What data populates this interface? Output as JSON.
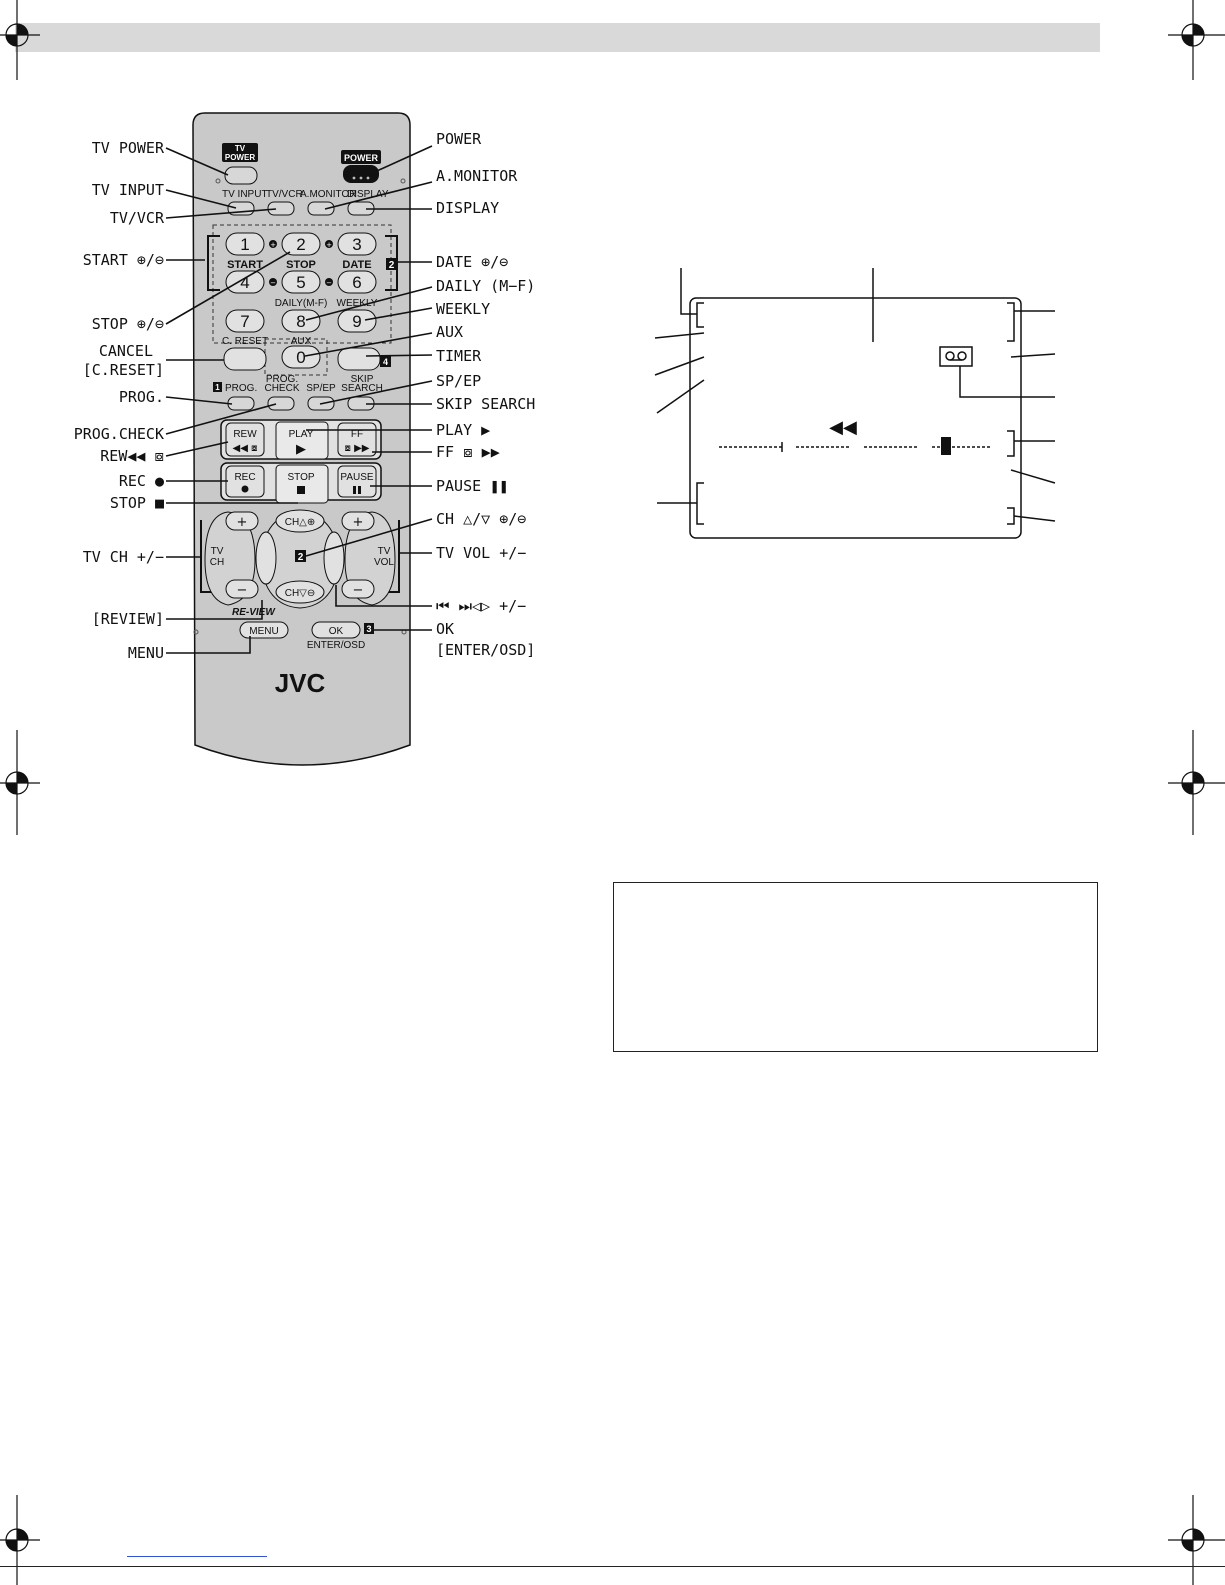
{
  "callouts_left": [
    {
      "id": "tv-power",
      "label": "TV POWER"
    },
    {
      "id": "tv-input",
      "label": "TV INPUT"
    },
    {
      "id": "tv-vcr",
      "label": "TV/VCR"
    },
    {
      "id": "start",
      "label": "START ⊕/⊖"
    },
    {
      "id": "stop-pm",
      "label": "STOP ⊕/⊖"
    },
    {
      "id": "cancel",
      "label": "CANCEL"
    },
    {
      "id": "c-reset",
      "label": "[C.RESET]"
    },
    {
      "id": "prog",
      "label": "PROG."
    },
    {
      "id": "prog-check",
      "label": "PROG.CHECK"
    },
    {
      "id": "rew",
      "label": "REW◀◀ ⧇"
    },
    {
      "id": "rec",
      "label": "REC ●"
    },
    {
      "id": "stop",
      "label": "STOP ■"
    },
    {
      "id": "tv-ch",
      "label": "TV CH +/−"
    },
    {
      "id": "review",
      "label": "[REVIEW]"
    },
    {
      "id": "menu",
      "label": "MENU"
    }
  ],
  "callouts_right": [
    {
      "id": "power",
      "label": "POWER"
    },
    {
      "id": "a-monitor",
      "label": "A.MONITOR"
    },
    {
      "id": "display",
      "label": "DISPLAY"
    },
    {
      "id": "date",
      "label": "DATE ⊕/⊖"
    },
    {
      "id": "daily",
      "label": "DAILY (M−F)"
    },
    {
      "id": "weekly",
      "label": "WEEKLY"
    },
    {
      "id": "aux",
      "label": "AUX"
    },
    {
      "id": "timer",
      "label": "TIMER"
    },
    {
      "id": "sp-ep",
      "label": "SP/EP"
    },
    {
      "id": "skip-search",
      "label": "SKIP SEARCH"
    },
    {
      "id": "play",
      "label": "PLAY ▶"
    },
    {
      "id": "ff",
      "label": "FF ⧇ ▶▶"
    },
    {
      "id": "pause",
      "label": "PAUSE ❚❚"
    },
    {
      "id": "ch",
      "label": "CH △/▽ ⊕/⊖"
    },
    {
      "id": "tv-vol",
      "label": "TV VOL +/−"
    },
    {
      "id": "skip",
      "label": "⏮ ⏭◁▷ +/−"
    },
    {
      "id": "ok",
      "label": "OK"
    },
    {
      "id": "enter-osd",
      "label": "[ENTER/OSD]"
    }
  ],
  "remote": {
    "brand": "JVC",
    "labels": {
      "tv_power": "TV\nPOWER",
      "power": "POWER",
      "tv_input": "TV INPUT",
      "tv_vcr": "TV/VCR",
      "a_monitor": "A.MONITOR",
      "display": "DISPLAY",
      "start": "START",
      "stop_key": "STOP",
      "date": "DATE",
      "daily": "DAILY(M-F)",
      "weekly": "WEEKLY",
      "c_reset": "C. RESET",
      "aux": "AUX",
      "prog": "PROG.",
      "prog_check_1": "PROG.",
      "prog_check_2": "CHECK",
      "sp_ep": "SP/EP",
      "skip_1": "SKIP",
      "skip_2": "SEARCH",
      "rew": "REW",
      "play": "PLAY",
      "ff": "FF",
      "rec": "REC",
      "stop_btn": "STOP",
      "pause": "PAUSE",
      "tv_ch": "TV\nCH",
      "tv_vol": "TV\nVOL",
      "ch_up": "CH△⊕",
      "ch_down": "CH▽⊖",
      "review": "RE-VIEW",
      "menu": "MENU",
      "ok": "OK",
      "enter_osd": "ENTER/OSD"
    },
    "digits": [
      "1",
      "2",
      "3",
      "4",
      "5",
      "6",
      "7",
      "8",
      "9",
      "0"
    ],
    "section_badges": [
      "1",
      "2",
      "3",
      "4"
    ]
  },
  "osd": {
    "icon": "◀◀"
  }
}
